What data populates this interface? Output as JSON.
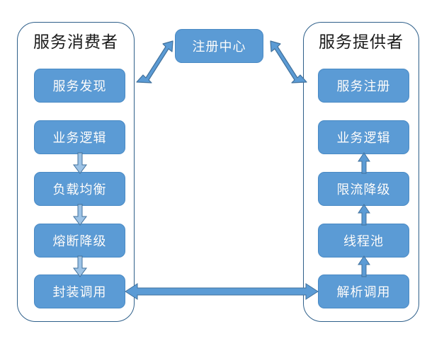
{
  "diagram": {
    "type": "flow-architecture",
    "title_consumer": "服务消费者",
    "title_provider": "服务提供者",
    "colors": {
      "box_fill": "#5B9BD5",
      "box_border": "#4A8AC4",
      "panel_border": "#2E5F8A",
      "arrow_fill_light": "#9DC3E6",
      "arrow_fill_solid": "#5B9BD5",
      "arrow_stroke": "#41719C",
      "title_text": "#1a1a1a",
      "box_text": "#ffffff",
      "background": "#ffffff"
    },
    "registry": {
      "label": "注册中心"
    },
    "consumer": {
      "title": "服务消费者",
      "steps": [
        {
          "label": "服务发现"
        },
        {
          "label": "业务逻辑"
        },
        {
          "label": "负载均衡"
        },
        {
          "label": "熔断降级"
        },
        {
          "label": "封装调用"
        }
      ]
    },
    "provider": {
      "title": "服务提供者",
      "steps": [
        {
          "label": "服务注册"
        },
        {
          "label": "业务逻辑"
        },
        {
          "label": "限流降级"
        },
        {
          "label": "线程池"
        },
        {
          "label": "解析调用"
        }
      ]
    },
    "connectors": [
      {
        "name": "consumer-to-registry",
        "kind": "diagonal",
        "heads": "double"
      },
      {
        "name": "registry-to-provider",
        "kind": "diagonal",
        "heads": "double"
      },
      {
        "name": "consumer-call-provider",
        "kind": "horizontal",
        "heads": "double"
      },
      {
        "name": "consumer-flow-down",
        "kind": "vertical",
        "heads": "single-down",
        "count": 3
      },
      {
        "name": "provider-flow-up",
        "kind": "vertical",
        "heads": "single-up",
        "count": 3
      }
    ]
  }
}
